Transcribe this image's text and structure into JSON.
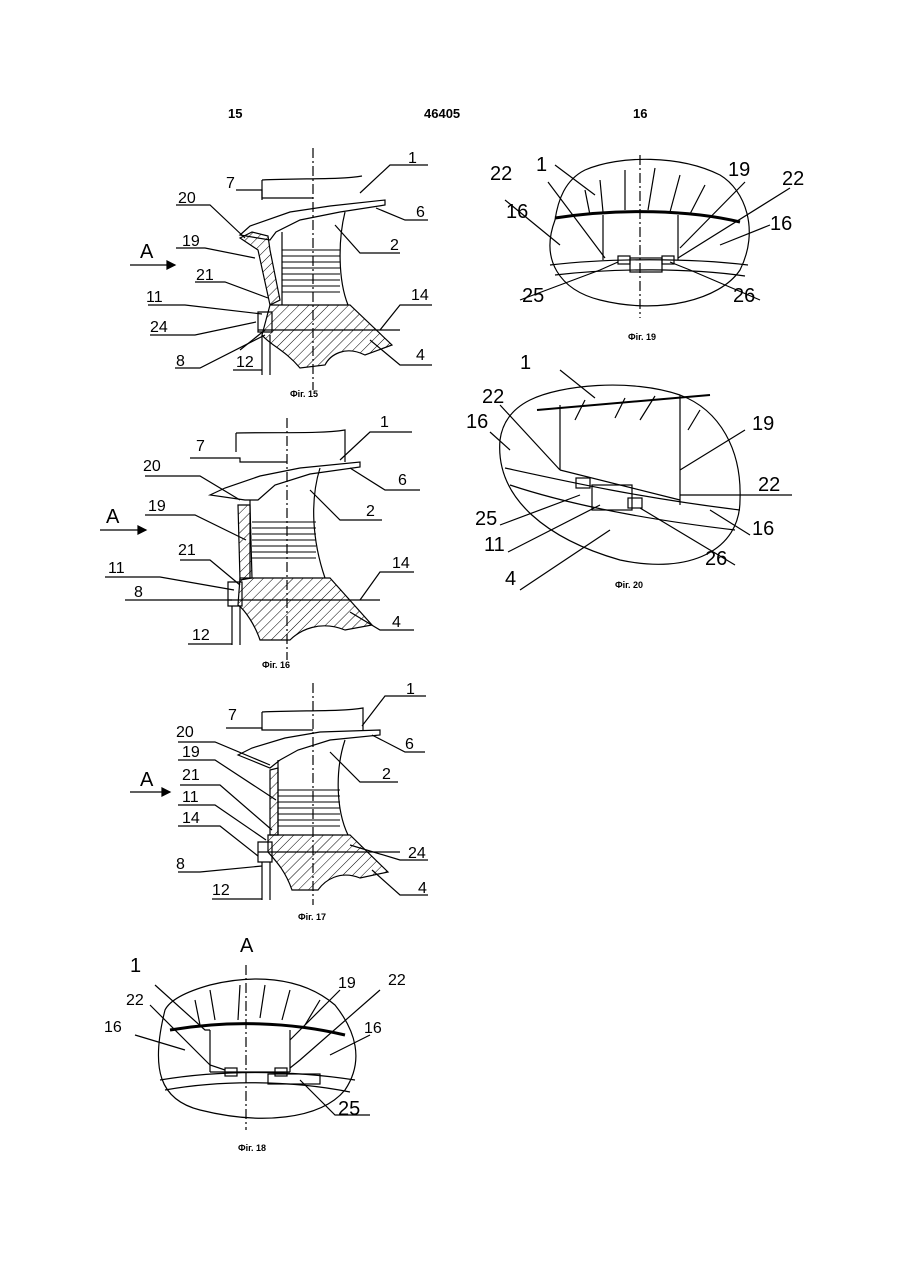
{
  "header": {
    "left_page": "15",
    "patent_no": "46405",
    "right_page": "16"
  },
  "captions": {
    "fig15": "Фіг. 15",
    "fig16": "Фіг. 16",
    "fig17": "Фіг. 17",
    "fig18": "Фіг. 18",
    "fig19": "Фіг. 19",
    "fig20": "Фіг. 20"
  },
  "view_label": "A",
  "labels": {
    "n1": "1",
    "n2": "2",
    "n4": "4",
    "n6": "6",
    "n7": "7",
    "n8": "8",
    "n11": "11",
    "n12": "12",
    "n14": "14",
    "n16": "16",
    "n19": "19",
    "n20": "20",
    "n21": "21",
    "n22": "22",
    "n24": "24",
    "n25": "25",
    "n26": "26"
  },
  "colors": {
    "ink": "#000000",
    "paper": "#ffffff"
  }
}
